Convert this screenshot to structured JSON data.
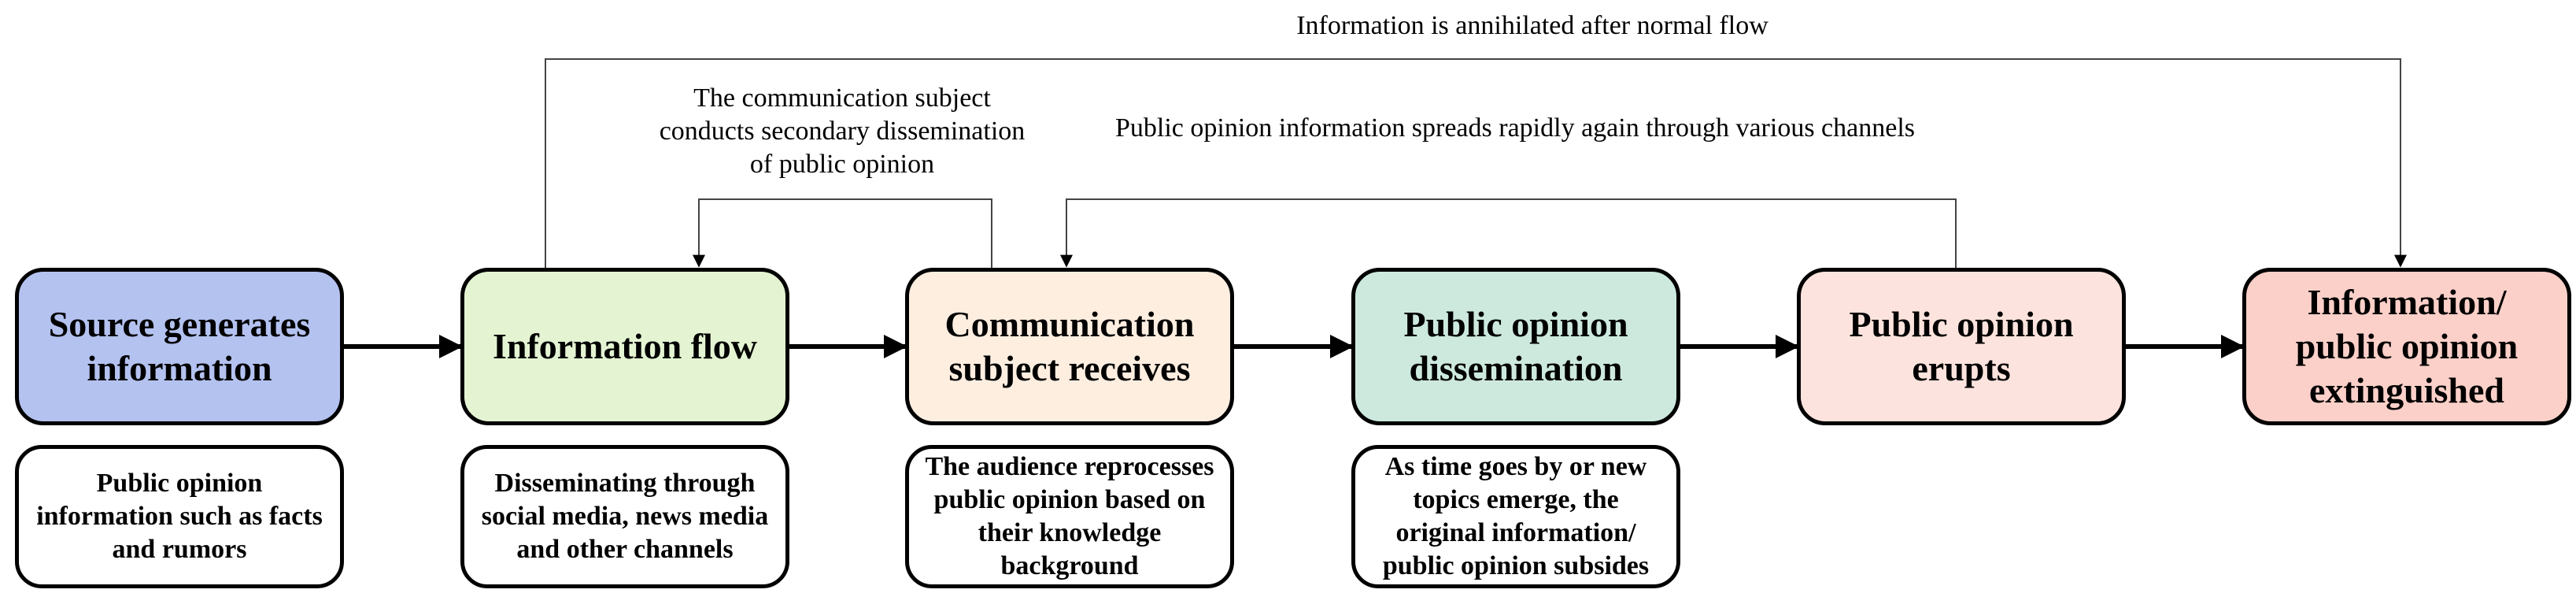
{
  "top_label": "Information is annihilated after normal flow",
  "secondary_label": "The communication subject conducts secondary dissemination of public opinion",
  "rapid_label": "Public opinion information spreads rapidly again through various channels",
  "stages": [
    {
      "title": "Source generates information",
      "color": "#b4c2f0",
      "note": "Public opinion information such as facts and rumors"
    },
    {
      "title": "Information flow",
      "color": "#e4f4d2",
      "note": "Disseminating through social media, news media and other channels"
    },
    {
      "title": "Communication subject receives",
      "color": "#fdeee0",
      "note": "The audience reprocesses public opinion based on their knowledge background"
    },
    {
      "title": "Public opinion dissemination",
      "color": "#cde9de",
      "note": "As time goes by or new topics emerge, the original information/ public opinion subsides"
    },
    {
      "title": "Public opinion erupts",
      "color": "#fde3dd",
      "note": ""
    },
    {
      "title": "Information/ public opinion extinguished",
      "color": "#fbd0c8",
      "note": ""
    }
  ]
}
